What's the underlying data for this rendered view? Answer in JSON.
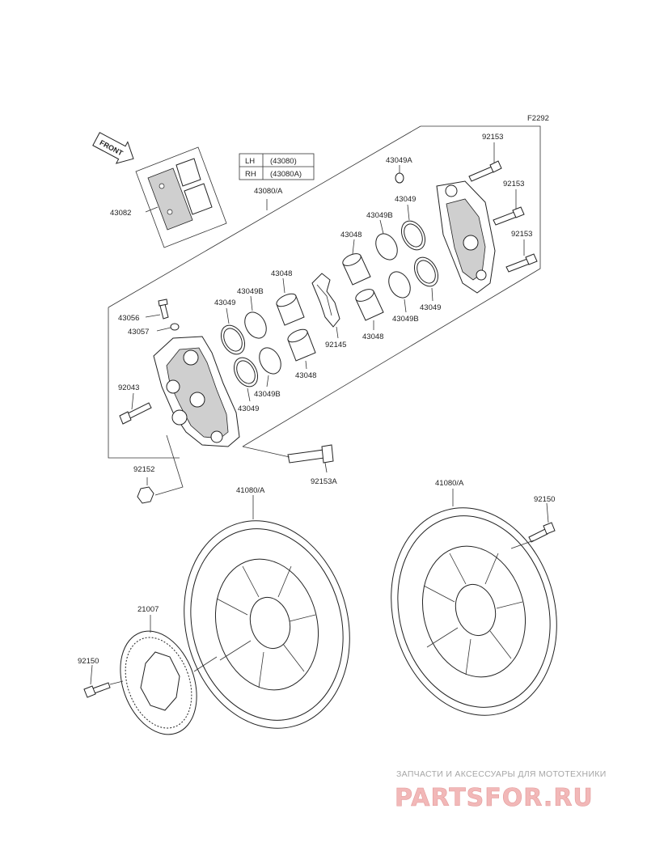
{
  "figure_code": "F2292",
  "front_label": "FRONT",
  "assembly_table": {
    "rows": [
      {
        "side": "LH",
        "code": "(43080)"
      },
      {
        "side": "RH",
        "code": "(43080A)"
      }
    ]
  },
  "parts": {
    "p43082": "43082",
    "p43080A": "43080/A",
    "p43049A": "43049A",
    "p92153_a": "92153",
    "p92153_b": "92153",
    "p92153_c": "92153",
    "p43049_r1": "43049",
    "p43049B_r1": "43049B",
    "p43048_r1": "43048",
    "p43048_l1": "43048",
    "p43049B_l1": "43049B",
    "p43049_l1": "43049",
    "p43056": "43056",
    "p43057": "43057",
    "p92145": "92145",
    "p43048_r2": "43048",
    "p43049B_r2": "43049B",
    "p43049_r2": "43049",
    "p43048_l2": "43048",
    "p92043": "92043",
    "p43049B_l2": "43049B",
    "p43049_l2": "43049",
    "p92152": "92152",
    "p92153A": "92153A",
    "p41080A_left": "41080/A",
    "p41080A_right": "41080/A",
    "p92150_right": "92150",
    "p21007": "21007",
    "p92150_left": "92150"
  },
  "watermark": {
    "tagline": "ЗАПЧАСТИ И АКСЕССУАРЫ ДЛЯ МОТОТЕХНИКИ",
    "logo": "PARTSFOR.RU"
  }
}
